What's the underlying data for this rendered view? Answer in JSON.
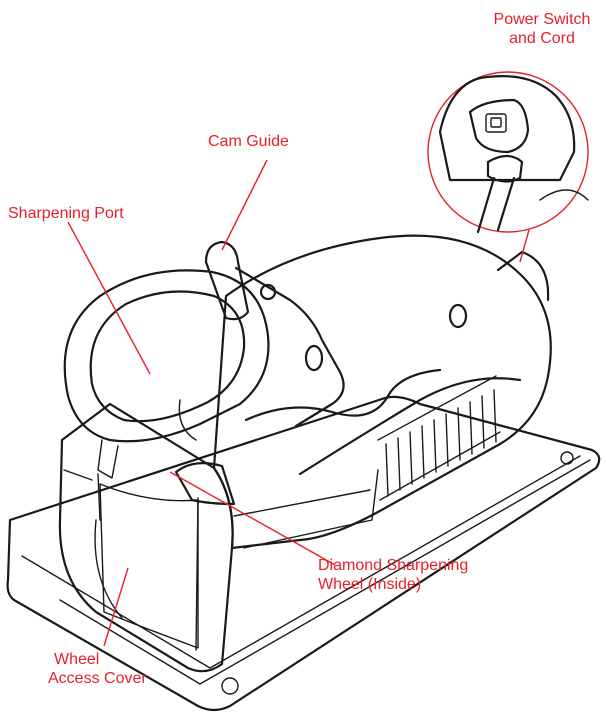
{
  "labels": {
    "power_switch": [
      "Power Switch",
      "and Cord"
    ],
    "cam_guide": "Cam Guide",
    "sharpening_port": "Sharpening Port",
    "diamond_wheel": [
      "Diamond Sharpening",
      "Wheel (Inside)"
    ],
    "wheel_cover": [
      "Wheel",
      "Access Cover"
    ]
  },
  "colors": {
    "callout": "#e8202a",
    "line_art": "#1a1a1a",
    "background": "#ffffff"
  }
}
